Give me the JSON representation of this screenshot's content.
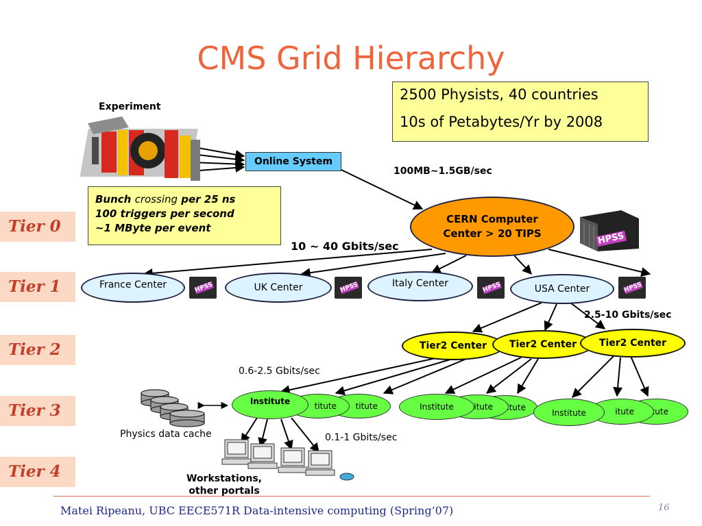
{
  "title": "CMS Grid Hierarchy",
  "info_box": {
    "line1": "2500 Physists, 40 countries",
    "line2": "10s of Petabytes/Yr by 2008"
  },
  "experiment_label": "Experiment",
  "online_system": "Online System",
  "rate_online_cern": "100MB~1.5GB/sec",
  "bunch": {
    "line1_a": "Bunch ",
    "line1_b": "crossing",
    "line1_c": " per 25 ns",
    "line2": "100 triggers per second",
    "line3": "~1 MByte per event"
  },
  "cern": {
    "line1": "CERN Computer",
    "line2": "Center > 20 TIPS"
  },
  "hpss": "HPSS",
  "rate_tier0_tier1": "10 ~ 40 Gbits/sec",
  "tiers": [
    "Tier 0",
    "Tier 1",
    "Tier 2",
    "Tier 3",
    "Tier 4"
  ],
  "tier1_centers": [
    "France Center",
    "UK Center",
    "Italy Center",
    "USA Center"
  ],
  "rate_tier1_tier2": "2.5-10 Gbits/sec",
  "tier2_center": "Tier2 Center",
  "rate_tier2_tier3": "0.6-2.5 Gbits/sec",
  "institute": "Institute",
  "institute_partial": "titute",
  "institute_partial2": "itute",
  "physics_cache": "Physics data cache",
  "rate_tier3_tier4": "0.1-1 Gbits/sec",
  "workstations": {
    "line1": "Workstations,",
    "line2": "other portals"
  },
  "footer": "Matei Ripeanu, UBC   EECE571R Data-intensive computing (Spring’07)",
  "page_number": "16"
}
